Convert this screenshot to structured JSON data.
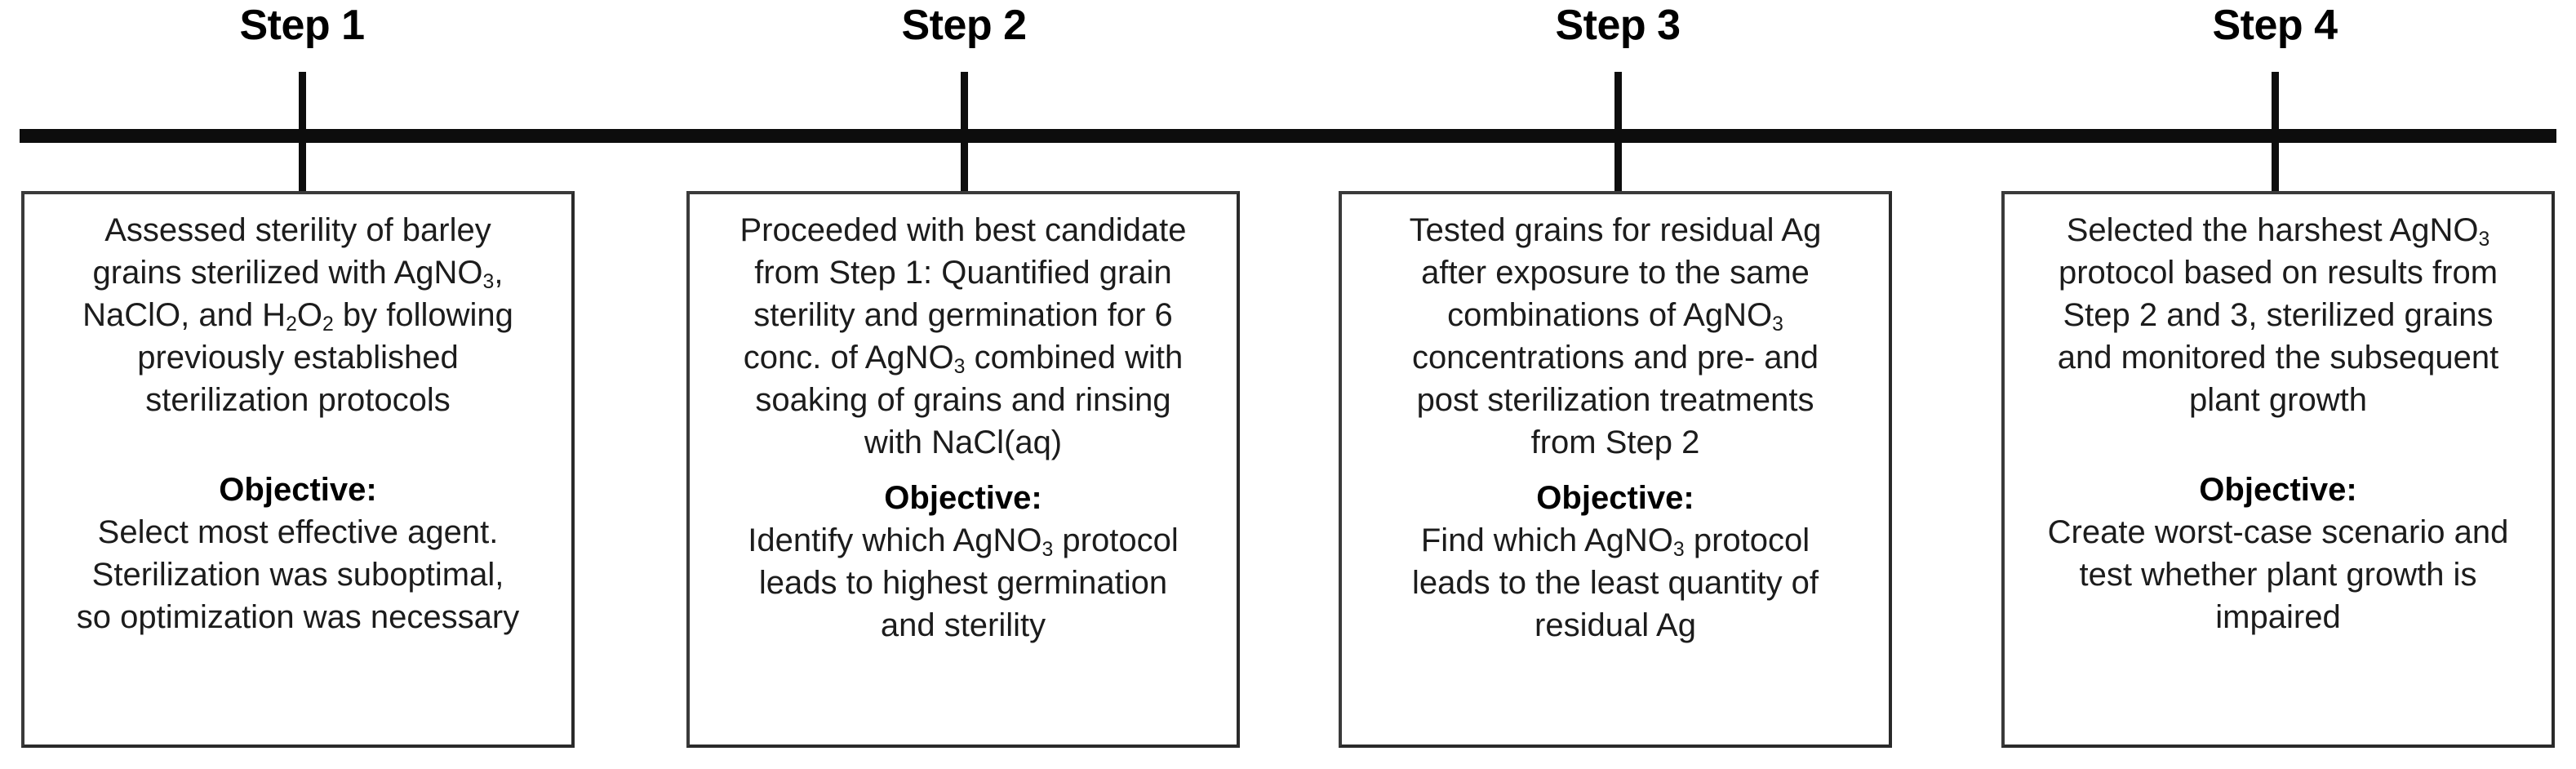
{
  "figure": {
    "type": "timeline-flow-diagram",
    "orientation": "horizontal",
    "step_count": 4,
    "colors": {
      "axis": "#0d0d0d",
      "connector": "#0d0d0d",
      "box_border": "#3a3a3a",
      "box_fill": "#ffffff",
      "text": "#1c1c1c",
      "heading": "#000000"
    }
  },
  "steps": [
    {
      "heading": "Step 1",
      "description_lines": [
        "Assessed sterility of barley",
        "grains sterilized with AgNO₃,",
        "NaClO, and H₂O₂ by following",
        "previously established",
        "sterilization protocols"
      ],
      "description_plain": "Assessed sterility of barley grains sterilized with AgNO3, NaClO, and H2O2 by following previously established sterilization protocols",
      "objective_label": "Objective:",
      "objective_lines": [
        "Select most effective agent.",
        "Sterilization was suboptimal,",
        "so optimization was necessary"
      ],
      "objective_plain": "Select most effective agent. Sterilization was suboptimal, so optimization was necessary"
    },
    {
      "heading": "Step 2",
      "description_lines": [
        "Proceeded with best candidate",
        "from Step 1: Quantified grain",
        "sterility and germination for 6",
        "conc. of AgNO₃ combined with",
        "soaking of grains and rinsing",
        "with NaCl(aq)"
      ],
      "description_plain": "Proceeded with best candidate from Step 1: Quantified grain sterility and germination for 6 conc. of AgNO3 combined with soaking of grains and rinsing with NaCl(aq)",
      "objective_label": "Objective:",
      "objective_lines": [
        "Identify which AgNO₃ protocol",
        "leads to highest germination",
        "and sterility"
      ],
      "objective_plain": "Identify which AgNO3 protocol leads to highest germination and sterility"
    },
    {
      "heading": "Step 3",
      "description_lines": [
        "Tested grains for residual Ag",
        "after exposure to the same",
        "combinations of AgNO₃",
        "concentrations and pre- and",
        "post sterilization treatments",
        "from Step 2"
      ],
      "description_plain": "Tested grains for residual Ag after exposure to the same combinations of AgNO3 concentrations and pre- and post sterilization treatments from Step 2",
      "objective_label": "Objective:",
      "objective_lines": [
        "Find which AgNO₃ protocol",
        "leads to the least quantity of",
        "residual Ag"
      ],
      "objective_plain": "Find which AgNO3 protocol leads to the least quantity of residual Ag"
    },
    {
      "heading": "Step 4",
      "description_lines": [
        "Selected the harshest AgNO₃",
        "protocol based on results from",
        "Step 2 and 3, sterilized grains",
        "and monitored the subsequent",
        "plant growth"
      ],
      "description_plain": "Selected the harshest AgNO3 protocol based on results from Step 2 and 3, sterilized grains and monitored the subsequent plant growth",
      "objective_label": "Objective:",
      "objective_lines": [
        "Create worst-case scenario and",
        "test whether plant growth is",
        "impaired"
      ],
      "objective_plain": "Create worst-case scenario and test whether plant growth is impaired"
    }
  ]
}
